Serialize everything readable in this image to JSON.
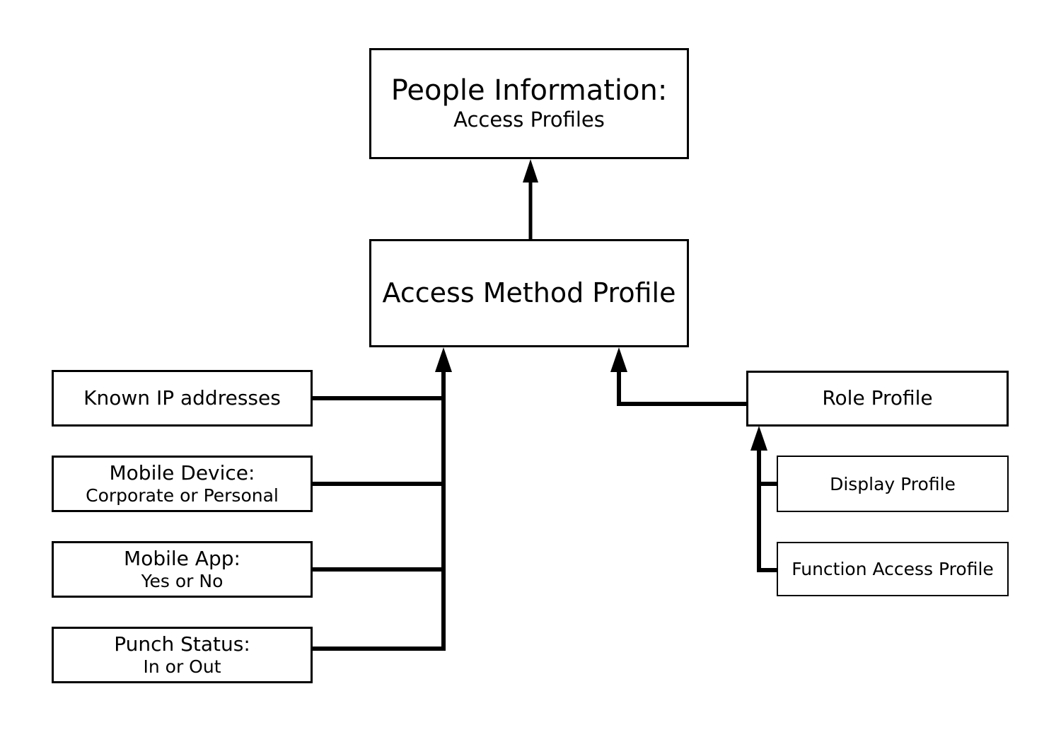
{
  "diagram": {
    "title": "People Information: Access Profiles hierarchy",
    "background_color": "#ffffff",
    "stroke_color": "#000000",
    "nodes": {
      "people_information": {
        "title": "People Information:",
        "subtitle": "Access Profiles"
      },
      "access_method_profile": {
        "title": "Access Method Profile"
      },
      "known_ip_addresses": {
        "title": "Known IP addresses"
      },
      "mobile_device": {
        "title": "Mobile Device:",
        "subtitle": "Corporate or Personal"
      },
      "mobile_app": {
        "title": "Mobile App:",
        "subtitle": "Yes or No"
      },
      "punch_status": {
        "title": "Punch Status:",
        "subtitle": "In or Out"
      },
      "role_profile": {
        "title": "Role Profile"
      },
      "display_profile": {
        "title": "Display Profile"
      },
      "function_access_profile": {
        "title": "Function Access Profile"
      }
    },
    "edges": [
      {
        "from": "access_method_profile",
        "to": "people_information",
        "style": "arrow-up"
      },
      {
        "from": "known_ip_addresses",
        "to": "access_method_profile",
        "style": "elbow-right-up-arrow"
      },
      {
        "from": "mobile_device",
        "to": "access_method_profile",
        "style": "elbow-right-up-arrow"
      },
      {
        "from": "mobile_app",
        "to": "access_method_profile",
        "style": "elbow-right-up-arrow"
      },
      {
        "from": "punch_status",
        "to": "access_method_profile",
        "style": "elbow-right-up-arrow"
      },
      {
        "from": "role_profile",
        "to": "access_method_profile",
        "style": "elbow-left-up-arrow"
      },
      {
        "from": "display_profile",
        "to": "role_profile",
        "style": "elbow-left-up-arrow"
      },
      {
        "from": "function_access_profile",
        "to": "role_profile",
        "style": "elbow-left-up-arrow"
      }
    ]
  }
}
